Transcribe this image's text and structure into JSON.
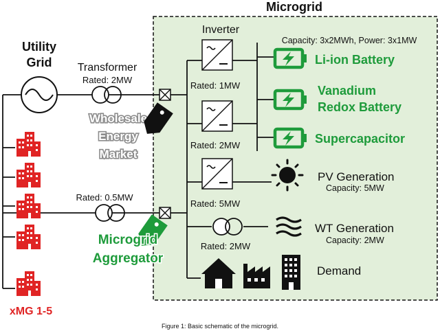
{
  "microgrid": {
    "title": "Microgrid",
    "inverter_label": "Inverter",
    "inverters": [
      {
        "rating": "Rated: 1MW"
      },
      {
        "rating": "Rated: 2MW"
      },
      {
        "rating": "Rated: 5MW"
      }
    ],
    "wt_transformer_rating": "Rated: 2MW",
    "storage_capacity": "Capacity: 3x2MWh, Power: 3x1MW",
    "storage": [
      {
        "label": "Li-ion Battery"
      },
      {
        "label_line1": "Vanadium",
        "label_line2": "Redox Battery"
      },
      {
        "label": "Supercapacitor"
      }
    ],
    "pv": {
      "label": "PV Generation",
      "capacity": "Capacity: 5MW"
    },
    "wt": {
      "label": "WT Generation",
      "capacity": "Capacity: 2MW"
    },
    "demand_label": "Demand"
  },
  "grid": {
    "utility_line1": "Utility",
    "utility_line2": "Grid",
    "transformer_label": "Transformer",
    "transformer_rating": "Rated: 2MW",
    "wholesale": [
      "Wholesale",
      "Energy",
      "Market"
    ],
    "mg_transformer_rating": "Rated: 0.5MW",
    "aggregator": [
      "Microgrid",
      "Aggregator"
    ],
    "xmg_label": "xMG 1-5"
  },
  "caption": "Figure 1: Basic schematic of the microgrid."
}
